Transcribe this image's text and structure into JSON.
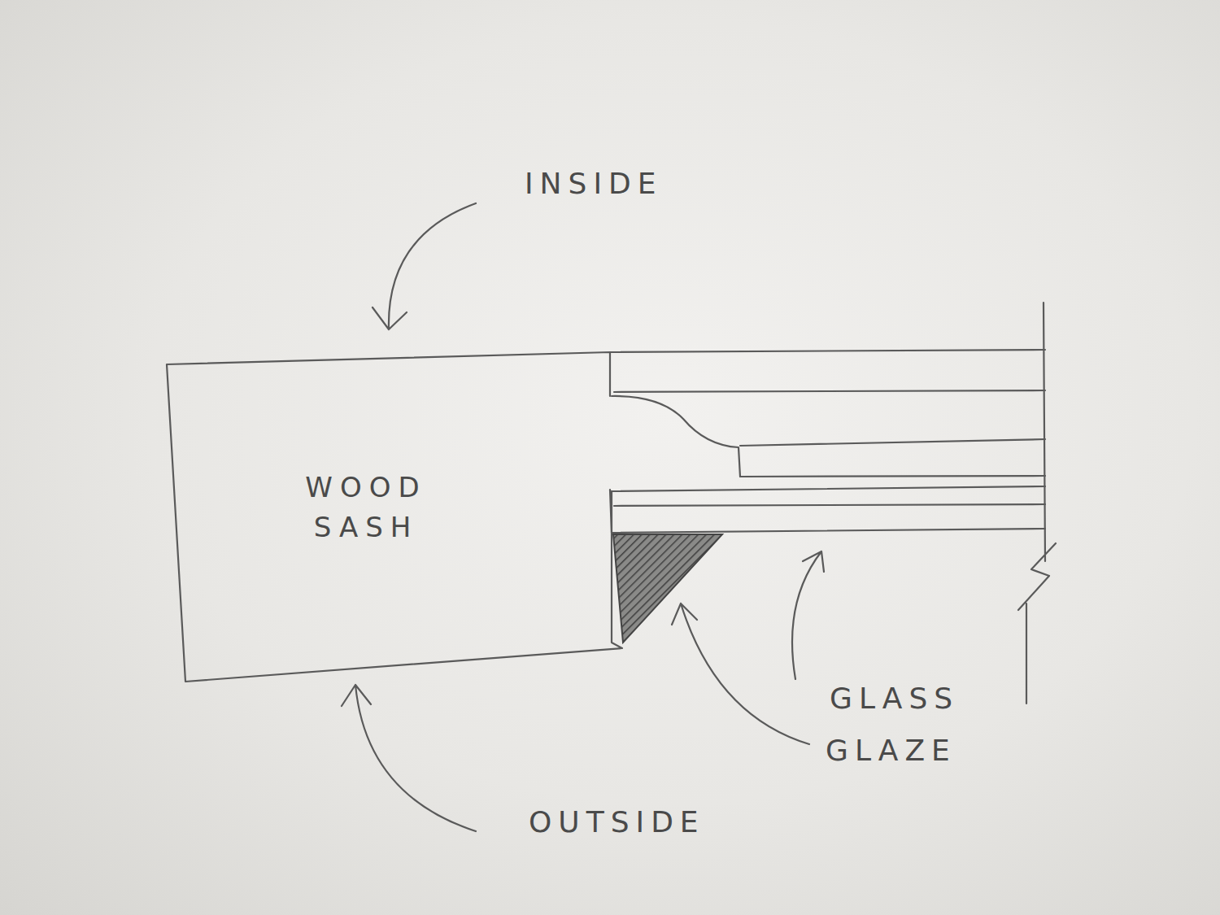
{
  "diagram": {
    "nodes": [
      {
        "text": [
          "WOOD SASH"
        ]
      }
    ],
    "labels": [
      "INSIDE",
      "GLASS",
      "GLAZE",
      "OUTSIDE"
    ]
  }
}
